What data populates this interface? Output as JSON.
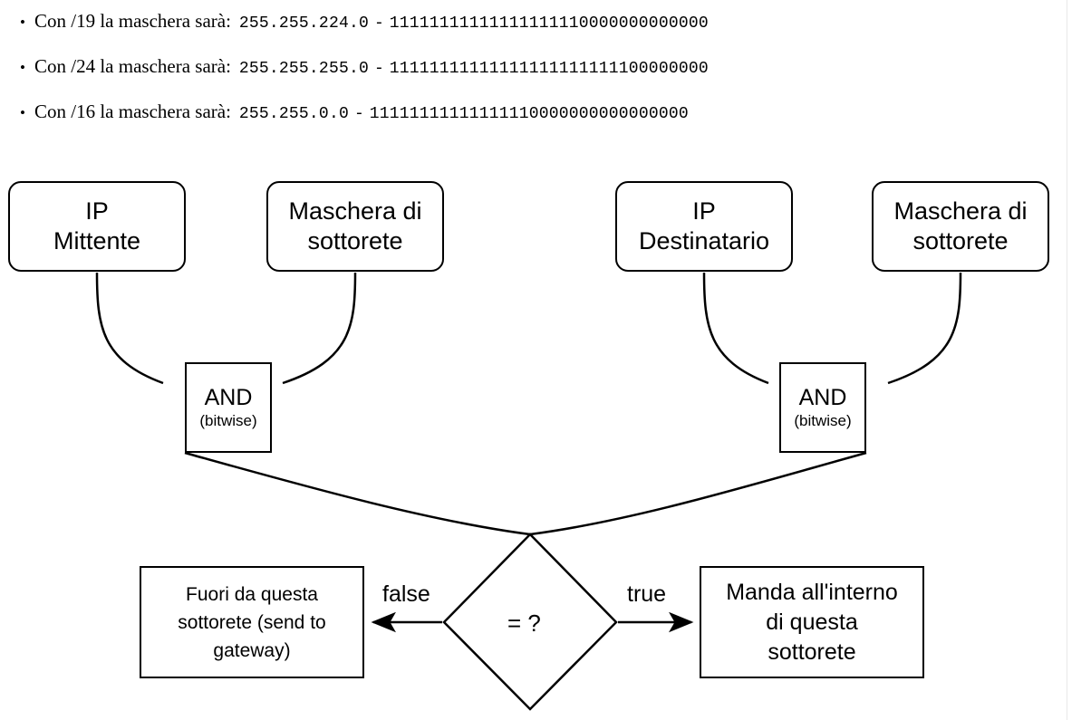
{
  "notes": {
    "items": [
      {
        "bullet": "•",
        "prefix": "Con /19 la maschera sarà:",
        "dotted": "255.255.224.0",
        "separator": "-",
        "binary": "11111111111111111110000000000000"
      },
      {
        "bullet": "•",
        "prefix": "Con /24 la maschera sarà:",
        "dotted": "255.255.255.0",
        "separator": "-",
        "binary": "11111111111111111111111100000000"
      },
      {
        "bullet": "•",
        "prefix": "Con /16 la maschera sarà:",
        "dotted": "255.255.0.0",
        "separator": "-",
        "binary": "11111111111111110000000000000000"
      }
    ]
  },
  "diagram": {
    "nodes": {
      "ip_sender_line1": "IP",
      "ip_sender_line2": "Mittente",
      "mask_left_line1": "Maschera di",
      "mask_left_line2": "sottorete",
      "ip_dest_line1": "IP",
      "ip_dest_line2": "Destinatario",
      "mask_right_line1": "Maschera di",
      "mask_right_line2": "sottorete",
      "and_left_title": "AND",
      "and_left_sub": "(bitwise)",
      "and_right_title": "AND",
      "and_right_sub": "(bitwise)",
      "decision_label": "= ?",
      "out_of_subnet_line1": "Fuori da questa",
      "out_of_subnet_line2": "sottorete (send to",
      "out_of_subnet_line3": "gateway)",
      "in_subnet_line1": "Manda all'interno",
      "in_subnet_line2": "di questa",
      "in_subnet_line3": "sottorete"
    },
    "edges": {
      "false_label": "false",
      "true_label": "true"
    },
    "colors": {
      "stroke": "#000000",
      "fill": "#ffffff",
      "page_rule": "#e8e8e8"
    }
  }
}
